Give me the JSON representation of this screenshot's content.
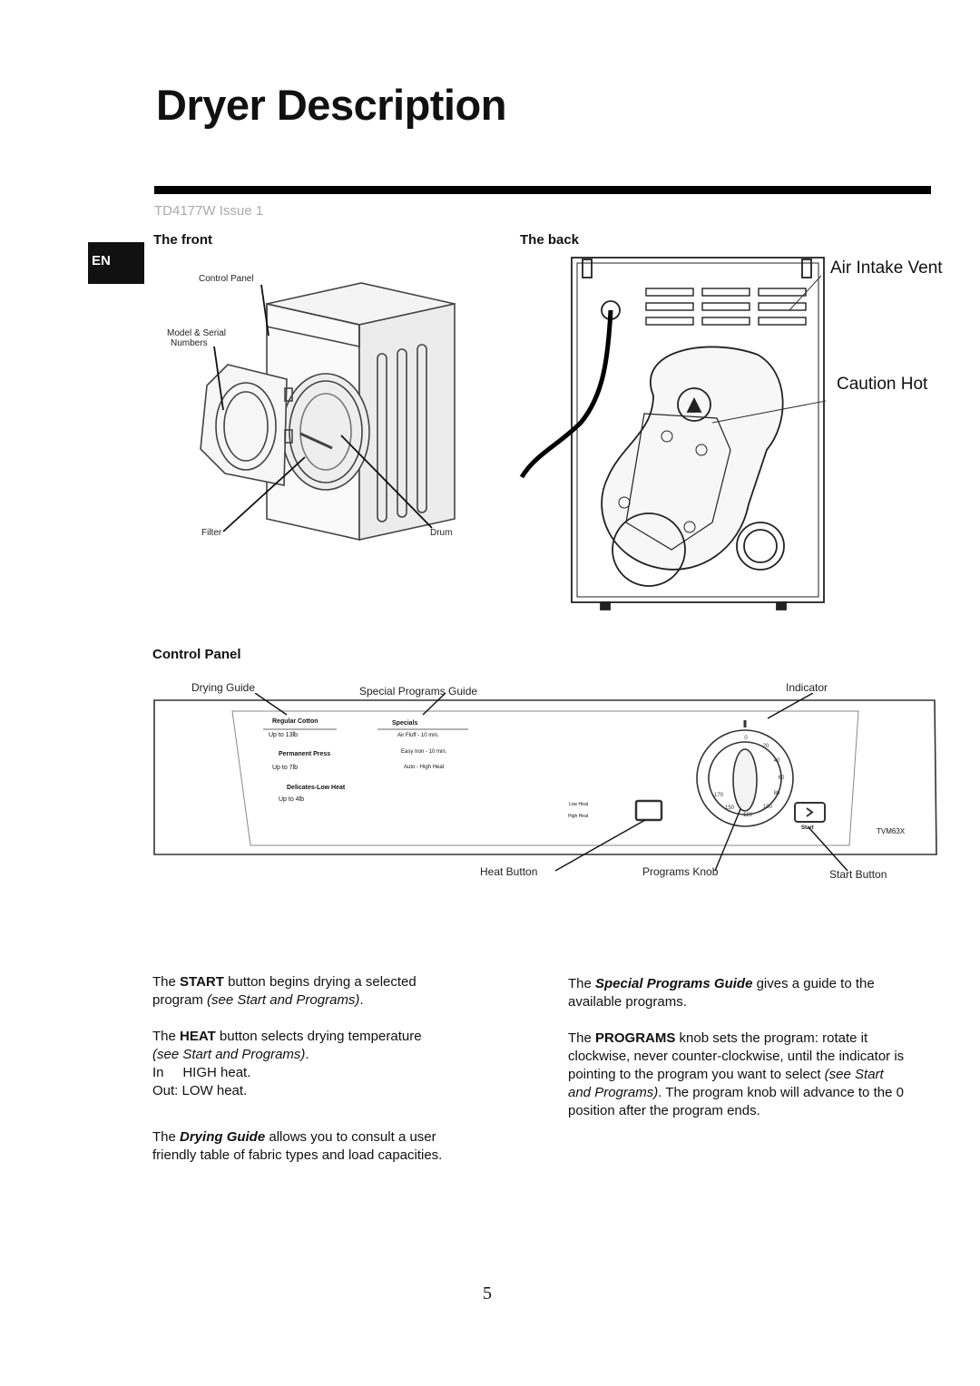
{
  "page": {
    "title": "Dryer Description",
    "doc_id": "TD4177W Issue 1",
    "lang_tab": "EN",
    "page_number": "5"
  },
  "front": {
    "heading": "The front",
    "labels": {
      "control_panel": "Control Panel",
      "model_serial_1": "Model & Serial",
      "model_serial_2": "Numbers",
      "filter": "Filter",
      "drum": "Drum"
    }
  },
  "back": {
    "heading": "The back",
    "labels": {
      "air_intake_vent": "Air Intake Vent",
      "caution_hot": "Caution Hot"
    }
  },
  "control_panel": {
    "heading": "Control Panel",
    "callouts": {
      "drying_guide": "Drying Guide",
      "special_programs_guide": "Special Programs Guide",
      "indicator": "Indicator",
      "heat_button": "Heat Button",
      "programs_knob": "Programs Knob",
      "start_button": "Start Button"
    },
    "drying_guide": [
      {
        "name": "Regular Cotton",
        "load": "Up to 13lb"
      },
      {
        "name": "Permanent Press",
        "load": "Up to 7lb"
      },
      {
        "name": "Delicates-Low Heat",
        "load": "Up to 4lb"
      }
    ],
    "specials": {
      "title": "Specials",
      "items": [
        "Air Fluff - 10 min.",
        "Easy Iron - 10 min.",
        "Auto - High Heat"
      ]
    },
    "heat_labels": {
      "low": "Low Heat",
      "high": "High Heat"
    },
    "start_small": "Start",
    "model": "TVM63X",
    "dial_numbers": [
      "0",
      "20",
      "40",
      "60",
      "80",
      "100",
      "120",
      "150",
      "170"
    ]
  },
  "text": {
    "start_a": "The ",
    "start_b": "START",
    "start_c": " button begins drying a selected",
    "start_d": "program ",
    "start_e": "(see Start and Programs)",
    "start_f": ".",
    "heat_a": "The ",
    "heat_b": "HEAT",
    "heat_c": " button selects drying temperature",
    "heat_d": "(see Start and Programs)",
    "heat_e": ".",
    "heat_in": "In     HIGH heat.",
    "heat_out": "Out: LOW heat.",
    "dg_a": "The ",
    "dg_b": "Drying Guide",
    "dg_c": " allows you to consult a user",
    "dg_d": "friendly table of fabric types and load capacities.",
    "sp_a": "The ",
    "sp_b": "Special Programs Guide",
    "sp_c": " gives a guide to the",
    "sp_d": "available programs.",
    "pr_a": "The ",
    "pr_b": "PROGRAMS",
    "pr_c": " knob sets the program: rotate it",
    "pr_d": "clockwise, never counter-clockwise, until the indicator is",
    "pr_e": "pointing to the program you want to select ",
    "pr_f": "(see Start",
    "pr_g": "and Programs)",
    "pr_h": ". The program knob will advance to the 0",
    "pr_i": "position after the program ends."
  }
}
